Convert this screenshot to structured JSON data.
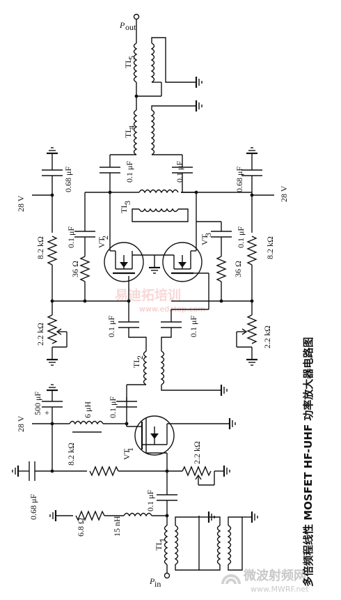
{
  "caption": "多倍频程线性 MOSFET HF-UHF 功率放大器电路图",
  "watermarks": {
    "center_cn": "易迪拓培训",
    "center_url": "www.edatop.com",
    "corner_cn": "微波射频网",
    "corner_url": "www.MWRF.net"
  },
  "labels": {
    "pin": "P",
    "pin_sub": "in",
    "pout": "P",
    "pout_sub": "out",
    "tl1": "TL",
    "tl1_sub": "1",
    "tl2": "TL",
    "tl2_sub": "2",
    "tl3": "TL",
    "tl3_sub": "3",
    "tl4": "TL",
    "tl4_sub": "4",
    "tl5": "TL",
    "tl5_sub": "5",
    "vt1": "VT",
    "vt1_sub": "1",
    "vt2": "VT",
    "vt2_sub": "2",
    "vt3": "VT",
    "vt3_sub": "3",
    "v28_bottom": "28 V",
    "v28_left": "28 V",
    "v28_right": "28 V",
    "r_68": "6.8 Ω",
    "l_15nh": "15 nH",
    "c_068_bottom": "0.68 μF",
    "r_82_bottom": "8.2 kΩ",
    "c_01_in": "0.1 μF",
    "pot_22_bottom": "2.2 kΩ",
    "l_6uh": "6 μH",
    "c_500": "500 μF",
    "c_01_vt1": "0.1 μF",
    "c_01_tl2a": "0.1 μF",
    "c_01_tl2b": "0.1 μF",
    "pot_22_left": "2.2 kΩ",
    "r_82_left": "8.2 kΩ",
    "c_068_left": "0.68 μF",
    "r_36_left": "36 Ω",
    "c_01_vt2": "0.1 μF",
    "c_01_tl4a": "0.1 μF",
    "c_01_tl4b": "0.1 μF",
    "c_068_right": "0.68 μF",
    "r_82_right": "8.2 kΩ",
    "r_36_right": "36 Ω",
    "c_01_vt3": "0.1 μF",
    "pot_22_right": "2.2 kΩ",
    "plus": "+"
  }
}
